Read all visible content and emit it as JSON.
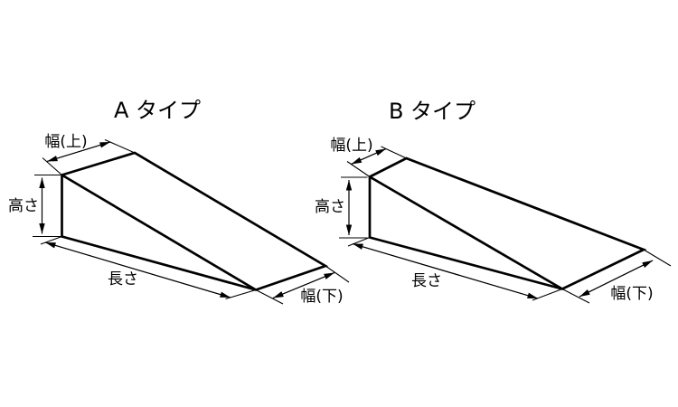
{
  "canvas": {
    "background_color": "#ffffff",
    "line_color": "#000000"
  },
  "diagrams": [
    {
      "id": "A",
      "title": "A タイプ",
      "shape": "wedge-ramp",
      "labels": {
        "width_top": "幅(上)",
        "height": "高さ",
        "length": "長さ",
        "width_bottom": "幅(下)"
      }
    },
    {
      "id": "B",
      "title": "B タイプ",
      "shape": "wedge-ramp-flared-base",
      "labels": {
        "width_top": "幅(上)",
        "height": "高さ",
        "length": "長さ",
        "width_bottom": "幅(下)"
      }
    }
  ]
}
